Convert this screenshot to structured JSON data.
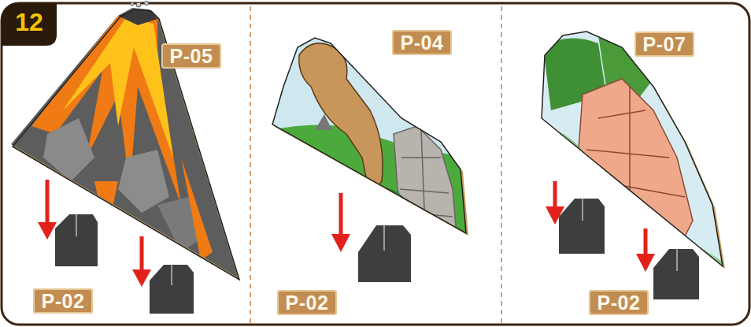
{
  "diagram": {
    "labels": [
      "12",
      "P-05",
      "P-02",
      "P-04",
      "P-02",
      "P-07",
      "P-02"
    ]
  }
}
